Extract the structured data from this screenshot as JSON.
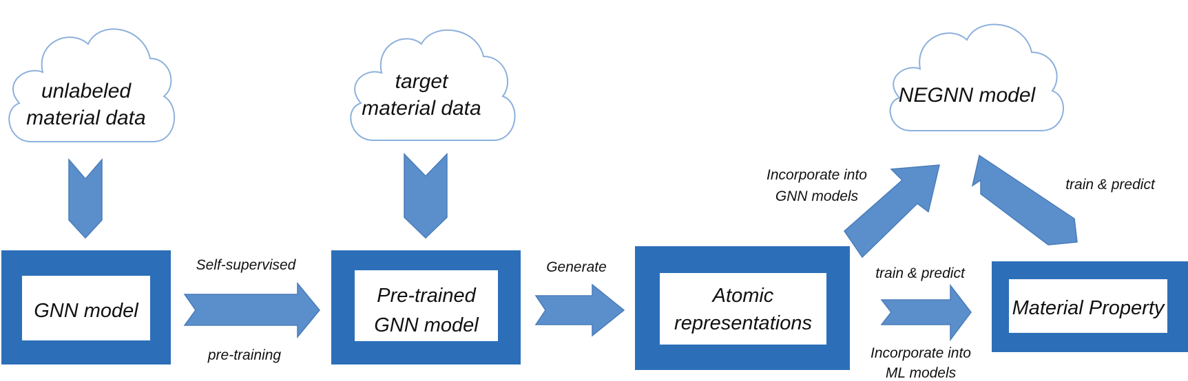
{
  "colors": {
    "box_border": "#2c6fb8",
    "arrow_fill": "#5b8fcc",
    "arrow_stroke": "#4a7cb8",
    "cloud_stroke": "#8cb0dc",
    "inner_fill": "#ffffff",
    "text": "#111111"
  },
  "clouds": {
    "unlabeled": {
      "line1": "unlabeled",
      "line2": "material data"
    },
    "target": {
      "line1": "target",
      "line2": "material data"
    },
    "negnn": {
      "line1": "NEGNN model"
    }
  },
  "boxes": {
    "gnn": {
      "line1": "GNN model"
    },
    "pretrained": {
      "line1": "Pre-trained",
      "line2": "GNN  model"
    },
    "atomic": {
      "line1": "Atomic",
      "line2": "representations"
    },
    "property": {
      "line1": "Material Property"
    }
  },
  "edge_labels": {
    "self_supervised": "Self-supervised",
    "pre_training": "pre-training",
    "generate": "Generate",
    "train_predict_top": "train & predict",
    "train_predict_mid": "train & predict",
    "incorporate_gnn_line1": "Incorporate into",
    "incorporate_gnn_line2": "GNN models",
    "incorporate_ml_line1": "Incorporate into",
    "incorporate_ml_line2": "ML models"
  }
}
